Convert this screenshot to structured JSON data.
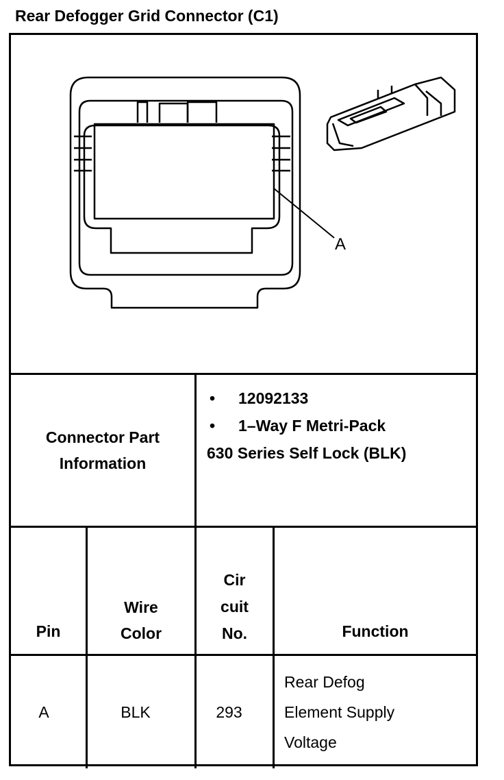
{
  "page": {
    "title": "Rear Defogger Grid Connector (C1)"
  },
  "figure": {
    "callout_label": "A",
    "icon_names": [
      "connector-face-icon",
      "connector-body-icon"
    ]
  },
  "part_info": {
    "label": "Connector Part Information",
    "bullet_symbol": "•",
    "part_number": "12092133",
    "description_line1": "1–Way F Metri-Pack",
    "description_line2": "630 Series Self Lock (BLK)"
  },
  "pin_table": {
    "headers": {
      "pin": "Pin",
      "wire_color_line1": "Wire",
      "wire_color_line2": "Color",
      "circuit_line1": "Cir",
      "circuit_line2": "cuit",
      "circuit_line3": "No.",
      "function": "Function"
    },
    "rows": [
      {
        "pin": "A",
        "wire_color": "BLK",
        "circuit": "293",
        "function_line1": "Rear Defog",
        "function_line2": "Element Supply",
        "function_line3": "Voltage"
      }
    ]
  }
}
